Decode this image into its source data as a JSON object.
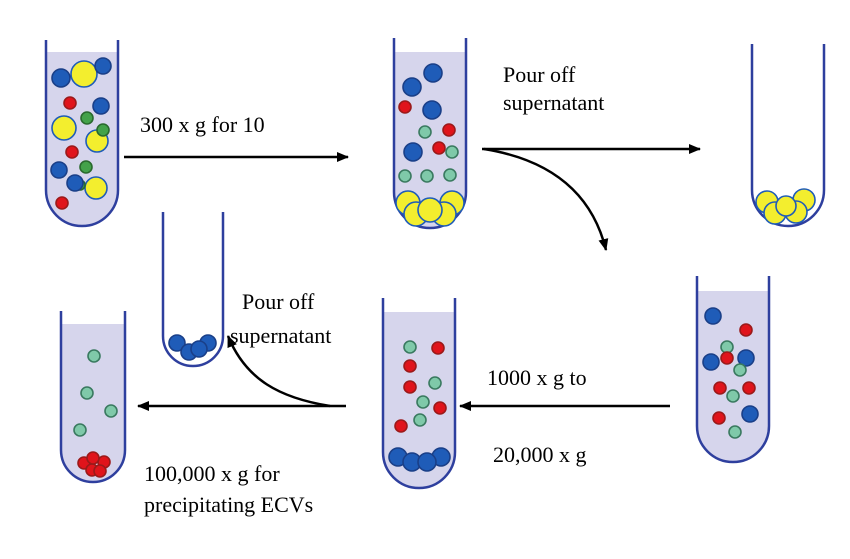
{
  "labels": {
    "step1": "300 x g for 10",
    "pour1_line1": "Pour off",
    "pour1_line2": "supernatant",
    "pour2_line1": "Pour off",
    "pour2_line2": "supernatant",
    "step2_line1": "1000 x g to",
    "step2_line2": "20,000 x g",
    "step3_line1": "100,000 x g for",
    "step3_line2": "precipitating ECVs"
  },
  "colors": {
    "tube_wall": "#2e3f9e",
    "tube_fill": "#d6d5ec",
    "blue": "#1f5cb8",
    "yellow": "#f3ee2e",
    "red": "#e0141b",
    "green": "#43a24a",
    "teal": "#7fc9a9",
    "arrow": "#000000"
  }
}
